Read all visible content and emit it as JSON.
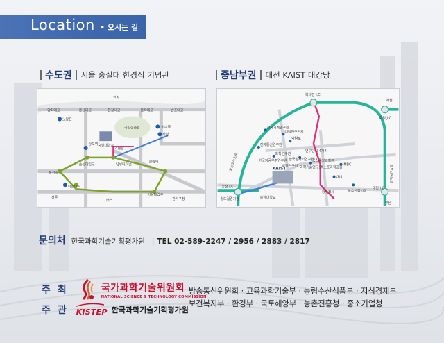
{
  "header": {
    "title": "Location",
    "subtitle": "• 오시는 길"
  },
  "seoul": {
    "region": "수도권",
    "place": "서울 숭실대 한경직 기념관",
    "map_labels": {
      "top_station": "한강",
      "road1": "양화대교",
      "road2": "용산대교",
      "road3": "한강대교",
      "road4": "동작대교",
      "road5": "반포대교",
      "nodeul": "노량진",
      "univ": "숭실대학교",
      "cemetery": "국립현충원",
      "isu": "이수역",
      "sadang": "사당",
      "sangdo": "상도역",
      "soongsil_station": "숭실대입구",
      "nambu": "남부터미널",
      "sillim": "신림역",
      "seoul_univ": "서울대입구",
      "bongcheon": "봉천역",
      "nakseongdae": "낙성대역",
      "gwanak": "관악구청",
      "museum": "기념관",
      "bus": "버스",
      "gate": "정문"
    }
  },
  "daejeon": {
    "region": "중남부권",
    "place": "대전 KAIST 대강당",
    "map_labels": {
      "north_ic": "북대전 I.C",
      "seoul": "서울",
      "hoedeok_jc": "회덕 J.C",
      "kaist": "KAIST",
      "yuseong_ic": "유성 I.C",
      "daejeon_ic": "대전 I.C",
      "busan": "부산",
      "expressway1": "호남고속도로",
      "expressway2": "경부고속도로",
      "lab1": "한국기계연구원",
      "lab2": "대덕연구단지",
      "expo": "박람로",
      "crossroad": "연구단지 4거리",
      "science_museum": "국립중앙과학관",
      "cyber": "엑스포과학공원",
      "mbc": "MBC",
      "kbs": "KBS",
      "gov": "정부청사",
      "chungnam": "충남대학교",
      "world_cup": "월드컵경기장",
      "market": "농수산물시장",
      "institute1": "한국항공우주연구원",
      "institute2": "한국원자력연구원",
      "lab3": "전자통신연구원",
      "lab4": "화학연구원",
      "lab5": "과학기술연구원",
      "lab6": "발명연구원"
    }
  },
  "contact": {
    "label": "문의처",
    "org": "한국과학기술기획평가원",
    "sep": "|",
    "tel": "TEL 02-589-2247 / 2956 / 2883 / 2817"
  },
  "host": {
    "label": "주최",
    "org_kor": "국가과학기술위원회",
    "org_eng": "NATIONAL SCIENCE & TECHNOLOGY COMMISSION",
    "ministries_line1": "방송통신위원회 · 교육과학기술부 · 농림수산식품부 · 지식경제부",
    "ministries_line2": "보건복지부 · 환경부 · 국토해양부 · 농촌진흥청 · 중소기업청"
  },
  "organizer": {
    "label": "주관",
    "logo": "KISTEP",
    "org_kor": "한국과학기술기획평가원"
  },
  "colors": {
    "header_blue": "#4b73b6",
    "title_navy": "#1f3a76",
    "logo_red": "#c8102e",
    "route_green": "#27b59a",
    "route_pink": "#e2307a",
    "route_blue": "#3d7fd6",
    "route_olive": "#7fa32a"
  }
}
